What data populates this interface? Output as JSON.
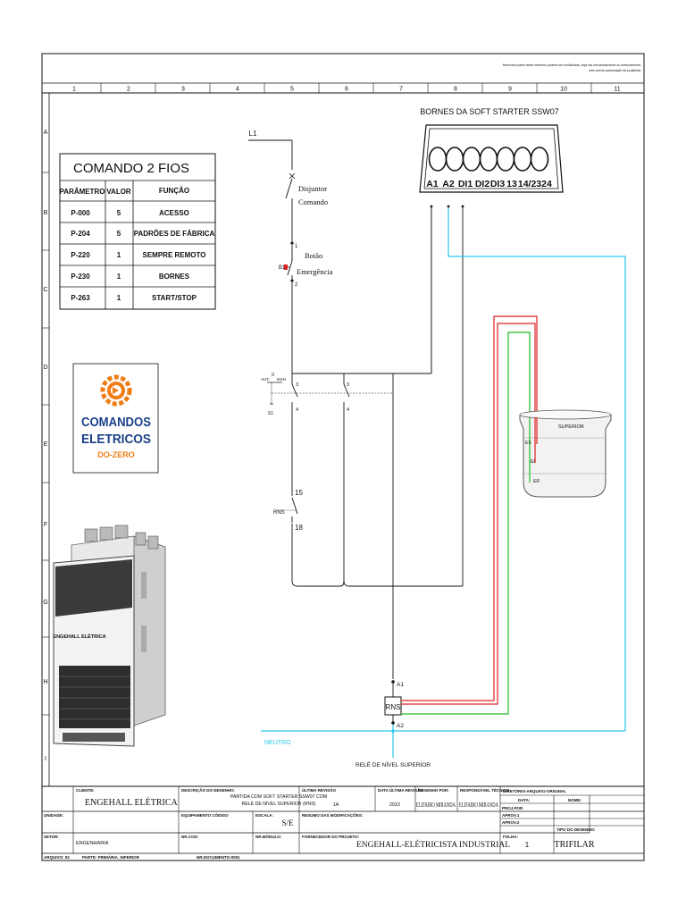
{
  "notice": {
    "line1": "Nenhuma parte deste desenho poderá ser modificada, seja ela mecânicamente ou eletricamente,",
    "line2": "sem prévia autorização de projetista."
  },
  "grid": {
    "columns": [
      "1",
      "2",
      "3",
      "4",
      "5",
      "6",
      "7",
      "8",
      "9",
      "10",
      "11"
    ],
    "rows": [
      "A",
      "B",
      "C",
      "D",
      "E",
      "F",
      "G",
      "H",
      "I"
    ]
  },
  "command_table": {
    "title": "COMANDO 2 FIOS",
    "headers": [
      "PARÂMETRO",
      "VALOR",
      "FUNÇÃO"
    ],
    "rows": [
      [
        "P-000",
        "5",
        "ACESSO"
      ],
      [
        "P-204",
        "5",
        "PADRÕES DE FÁBRICA"
      ],
      [
        "P-220",
        "1",
        "SEMPRE REMOTO"
      ],
      [
        "P-230",
        "1",
        "BORNES"
      ],
      [
        "P-263",
        "1",
        "START/STOP"
      ]
    ]
  },
  "logo": {
    "line1": "COMANDOS",
    "line2": "ELETRICOS",
    "line3": "DO-ZERO"
  },
  "device": {
    "brand": "ENGEHALL ELÉTRICA"
  },
  "circuit": {
    "l1": "L1",
    "breaker": {
      "line1": "Disjuntor",
      "line2": "Comando"
    },
    "button_tag": "B1",
    "button_terminal_top": "1",
    "button_terminal_bottom": "2",
    "button": {
      "line1": "Botão",
      "line2": "Emergência"
    },
    "selector_aut": "AUT.",
    "selector_zero": "0",
    "selector_man": "MAN",
    "selector_tag": "S1",
    "selector_t3a": "3",
    "selector_t4a": "4",
    "selector_t3b": "3",
    "selector_t4b": "4",
    "rns_contact_tag": "RNS",
    "rns_t15": "15",
    "rns_t18": "18",
    "relay_a1": "A1",
    "relay_a2": "A2",
    "relay_box": "RNS",
    "neutral": "NEUTRO",
    "relay_caption": "RELÉ DE NÍVEL SUPERIOR"
  },
  "ssw": {
    "title": "BORNES DA SOFT STARTER SSW07",
    "terminals": [
      "A1",
      "A2",
      "DI1",
      "DI2",
      "DI3",
      "13",
      "14/23",
      "24"
    ]
  },
  "tank": {
    "label": "SUPERIOR",
    "es": "ES",
    "ei": "EI",
    "er": "ER"
  },
  "title_block": {
    "client_label": "CLIENTE:",
    "client_value": "ENGEHALL ELÉTRICA",
    "desc_label": "DESCRIÇÃO DO DESENHO:",
    "desc_line1": "PARTIDA COM SOFT STARTER SSW07 COM",
    "desc_line2": "RELÉ DE NÍVEL SUPERIOR (RNS)",
    "rev_label": "ÚLTIMA REVISÃO",
    "rev_value": "1A",
    "date_rev_label": "DATA ÚLTIMA REVISÃO",
    "date_rev_value": "2022",
    "drawn_label": "DESENHO POR:",
    "drawn_value": "ELIFABIO MIRANDA",
    "resp_label": "RESPONSÁVEL TÉCNICO",
    "resp_value": "ELIFABIO MIRANDA",
    "dir_label": "DIRETÓRIO-ARQUIVO-ORIGINAL",
    "data_label": "DATA:",
    "nome_label": "NOME:",
    "proj_label": "PROJ.POR",
    "aprov1_label": "APROV.1",
    "aprov2_label": "APROV.2",
    "unidade_label": "UNIDADE:",
    "equip_label": "EQUIPAMENTO CÓDIGO",
    "escala_label": "ESCALA:",
    "escala_value": "S/E",
    "resumo_label": "RESUMO DAS MODIFICAÇÕES:",
    "setor_label": "SETOR:",
    "setor_value": "ENGENHARIA",
    "nrcod_label": "NR.COD:",
    "nrmodulo_label": "NR.MÓDULO:",
    "fornecedor_label": "FORNECEDOR DO PROJETO:",
    "fornecedor_value": "ENGEHALL-ELÉTRICISTA INDUSTRIAL",
    "folha_label": "FOLHA:",
    "folha_value": "1",
    "tipo_label": "TIPO DO DESENHO:",
    "tipo_value": "TRIFILAR",
    "arquivo_label": "ARQUIVO: 02",
    "parte_label": "PARTE: PRIMÁRIA_INFERIOR",
    "nrdoc_label": "NR.DOCUMENTO-0001"
  },
  "colors": {
    "wire_blue": "#1f5fa8",
    "wire_cyan": "#29c6e8",
    "wire_red": "#e02020",
    "wire_green": "#22bb22",
    "wire_black": "#111111",
    "logo_orange": "#f07d14",
    "logo_navy": "#1b3f8a"
  }
}
